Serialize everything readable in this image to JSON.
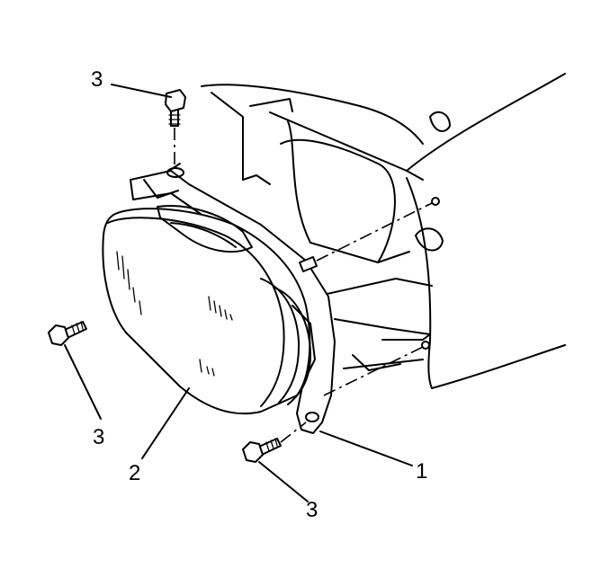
{
  "callouts": [
    {
      "id": "bolt-top",
      "label": "3"
    },
    {
      "id": "bolt-left",
      "label": "3"
    },
    {
      "id": "lamp-assembly",
      "label": "2"
    },
    {
      "id": "bracket",
      "label": "1"
    },
    {
      "id": "bolt-bottom",
      "label": "3"
    }
  ]
}
